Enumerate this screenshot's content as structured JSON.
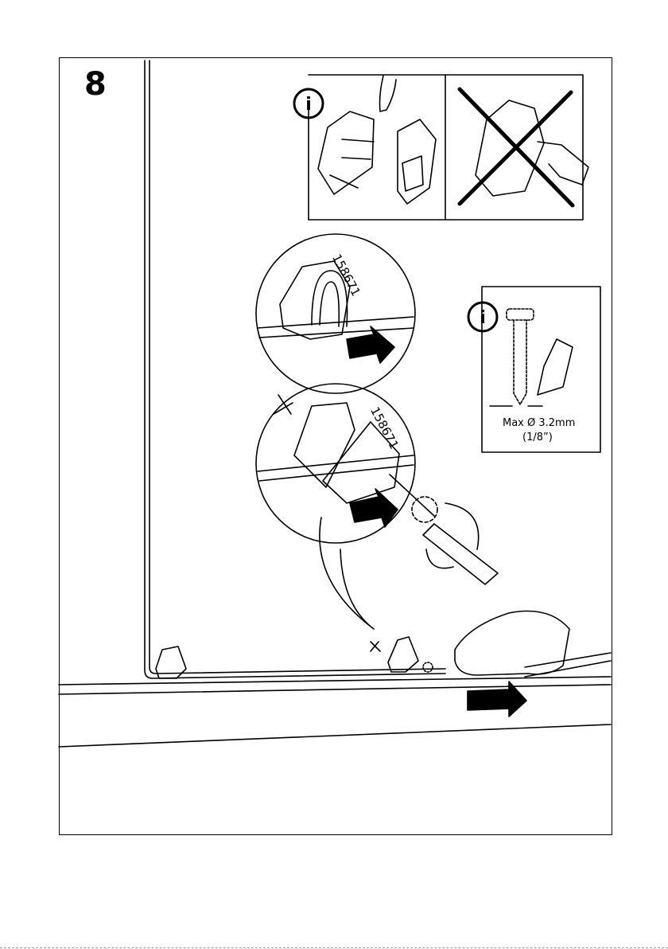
{
  "step": {
    "number": "8"
  },
  "info_icon": {
    "label": "i"
  },
  "cable_clip": {
    "part_number": "158671"
  },
  "screw_spec": {
    "max_diameter": "Max Ø 3.2mm",
    "imperial": "(1/8”)"
  }
}
